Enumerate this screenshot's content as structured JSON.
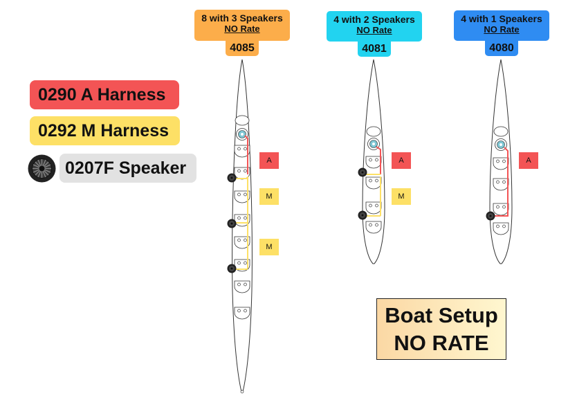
{
  "legend": {
    "harness_a": "0290 A Harness",
    "harness_m": "0292 M Harness",
    "speaker": "0207F Speaker"
  },
  "boats": [
    {
      "title": "8 with 3 Speakers",
      "rate": "NO Rate",
      "model": "4085",
      "color": "#fcad4a",
      "numColor": "#fcad4a"
    },
    {
      "title": "4 with 2 Speakers",
      "rate": "NO Rate",
      "model": "4081",
      "color": "#22d3f0",
      "numColor": "#22d3f0"
    },
    {
      "title": "4 with 1 Speakers",
      "rate": "NO Rate",
      "model": "4080",
      "color": "#2f8cf2",
      "numColor": "#2f8cf2"
    }
  ],
  "harness_labels": {
    "a": "A",
    "m": "M"
  },
  "setup": {
    "line1": "Boat Setup",
    "line2": "NO RATE"
  },
  "colors": {
    "harness_a": "#f35455",
    "harness_m": "#fde066",
    "speaker_gray": "#e2e2e2"
  }
}
